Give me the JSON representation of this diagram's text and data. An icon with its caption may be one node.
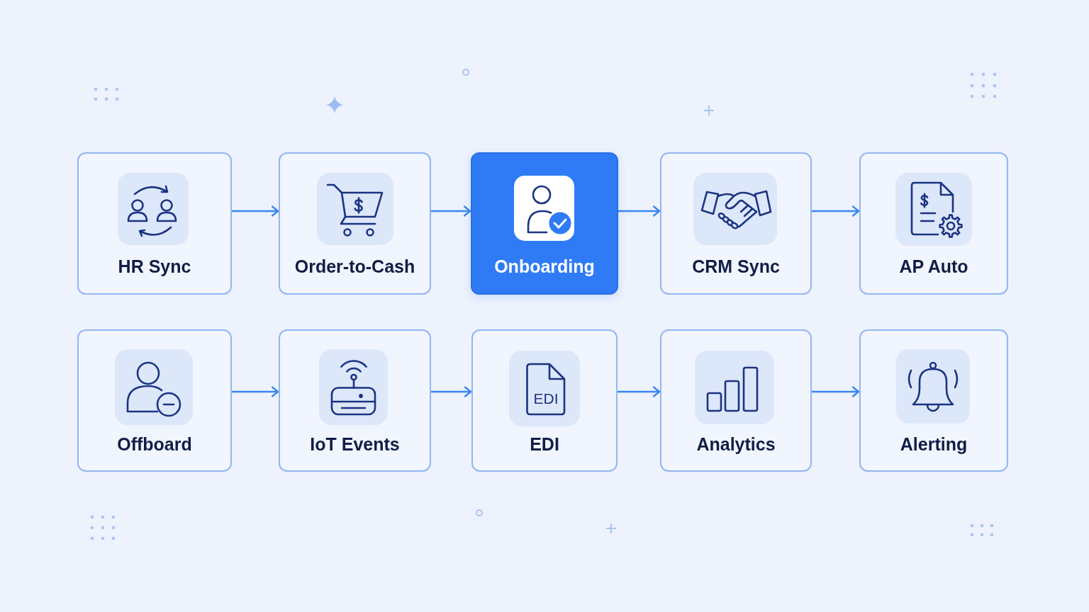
{
  "diagram": {
    "nodes": [
      {
        "text": [
          "HR Sync"
        ]
      },
      {
        "text": [
          "Order-to-Cash"
        ]
      },
      {
        "text": [
          "Onboarding"
        ]
      },
      {
        "text": [
          "CRM Sync"
        ]
      },
      {
        "text": [
          "AP Auto"
        ]
      },
      {
        "text": [
          "Offboard"
        ]
      },
      {
        "text": [
          "IoT Events"
        ]
      },
      {
        "text": [
          "EDI",
          "EDI"
        ]
      },
      {
        "text": [
          "Analytics"
        ]
      },
      {
        "text": [
          "Alerting"
        ]
      }
    ],
    "edges": [
      {
        "from": 0,
        "to": 1,
        "arrow": "to"
      },
      {
        "from": 1,
        "to": 2,
        "arrow": "to"
      },
      {
        "from": 2,
        "to": 3,
        "arrow": "to"
      },
      {
        "from": 3,
        "to": 4,
        "arrow": "to"
      },
      {
        "from": 5,
        "to": 6,
        "arrow": "to"
      },
      {
        "from": 6,
        "to": 7,
        "arrow": "to"
      },
      {
        "from": 7,
        "to": 8,
        "arrow": "to"
      },
      {
        "from": 8,
        "to": 9,
        "arrow": "to"
      }
    ]
  }
}
